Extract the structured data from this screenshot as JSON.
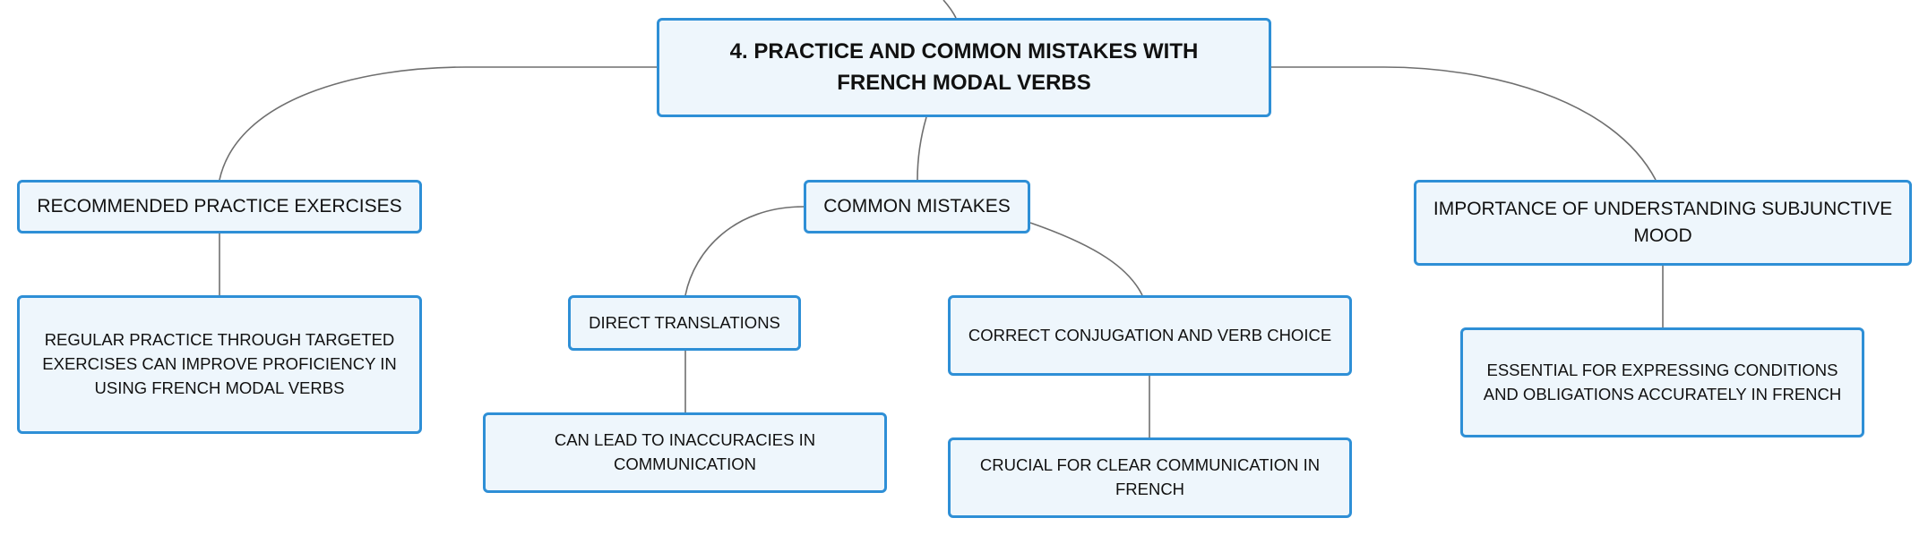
{
  "mindmap": {
    "root": {
      "label": "4. PRACTICE AND COMMON MISTAKES WITH FRENCH MODAL VERBS"
    },
    "practice": {
      "label": "RECOMMENDED PRACTICE EXERCISES",
      "detail": "REGULAR PRACTICE THROUGH TARGETED EXERCISES CAN IMPROVE PROFICIENCY IN USING FRENCH MODAL VERBS"
    },
    "mistakes": {
      "label": "COMMON MISTAKES",
      "translations": {
        "label": "DIRECT TRANSLATIONS",
        "detail": "CAN LEAD TO INACCURACIES IN COMMUNICATION"
      },
      "conjugation": {
        "label": "CORRECT CONJUGATION AND VERB CHOICE",
        "detail": "CRUCIAL FOR CLEAR COMMUNICATION IN FRENCH"
      }
    },
    "subjunctive": {
      "label": "IMPORTANCE OF UNDERSTANDING SUBJUNCTIVE MOOD",
      "detail": "ESSENTIAL FOR EXPRESSING CONDITIONS AND OBLIGATIONS ACCURATELY IN FRENCH"
    }
  },
  "colors": {
    "node_border": "#2e8fd6",
    "node_fill": "#eef6fc",
    "connector": "#6f6f6f"
  }
}
